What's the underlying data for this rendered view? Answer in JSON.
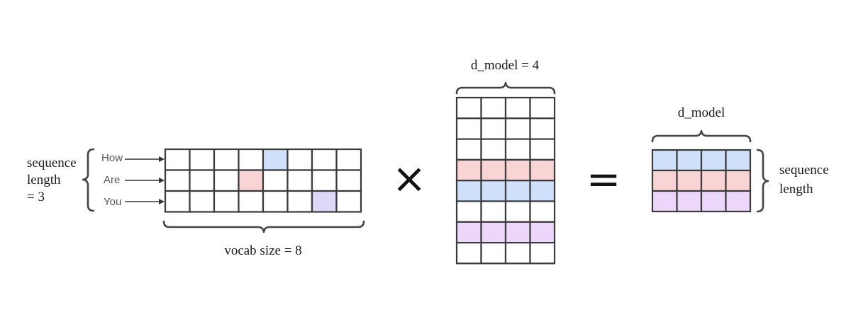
{
  "left": {
    "row_count_label": [
      "sequence",
      "length",
      "= 3"
    ],
    "tokens": [
      "How",
      "Are",
      "You"
    ],
    "vocab_label": "vocab size = 8"
  },
  "operators": {
    "multiply": "×",
    "equals": "="
  },
  "middle": {
    "dim_label": "d_model = 4"
  },
  "right": {
    "dim_label": "d_model",
    "row_label": [
      "sequence",
      "length"
    ]
  },
  "colors": {
    "blue": "#cfe0fa",
    "red": "#f9d4d4",
    "violet": "#dcd9f8",
    "purple": "#ecd6fa",
    "grid": "#3a3a3a"
  },
  "one_hot": {
    "rows": 3,
    "cols": 8,
    "hot": [
      {
        "row": 0,
        "col": 4,
        "color": "blue"
      },
      {
        "row": 1,
        "col": 3,
        "color": "red"
      },
      {
        "row": 2,
        "col": 6,
        "color": "violet"
      }
    ]
  },
  "embedding": {
    "rows": 8,
    "cols": 4,
    "highlighted_rows": [
      {
        "row": 3,
        "color": "red"
      },
      {
        "row": 4,
        "color": "blue"
      },
      {
        "row": 6,
        "color": "purple"
      }
    ]
  },
  "output": {
    "rows": 3,
    "cols": 4,
    "row_colors": [
      "blue",
      "red",
      "purple"
    ]
  }
}
